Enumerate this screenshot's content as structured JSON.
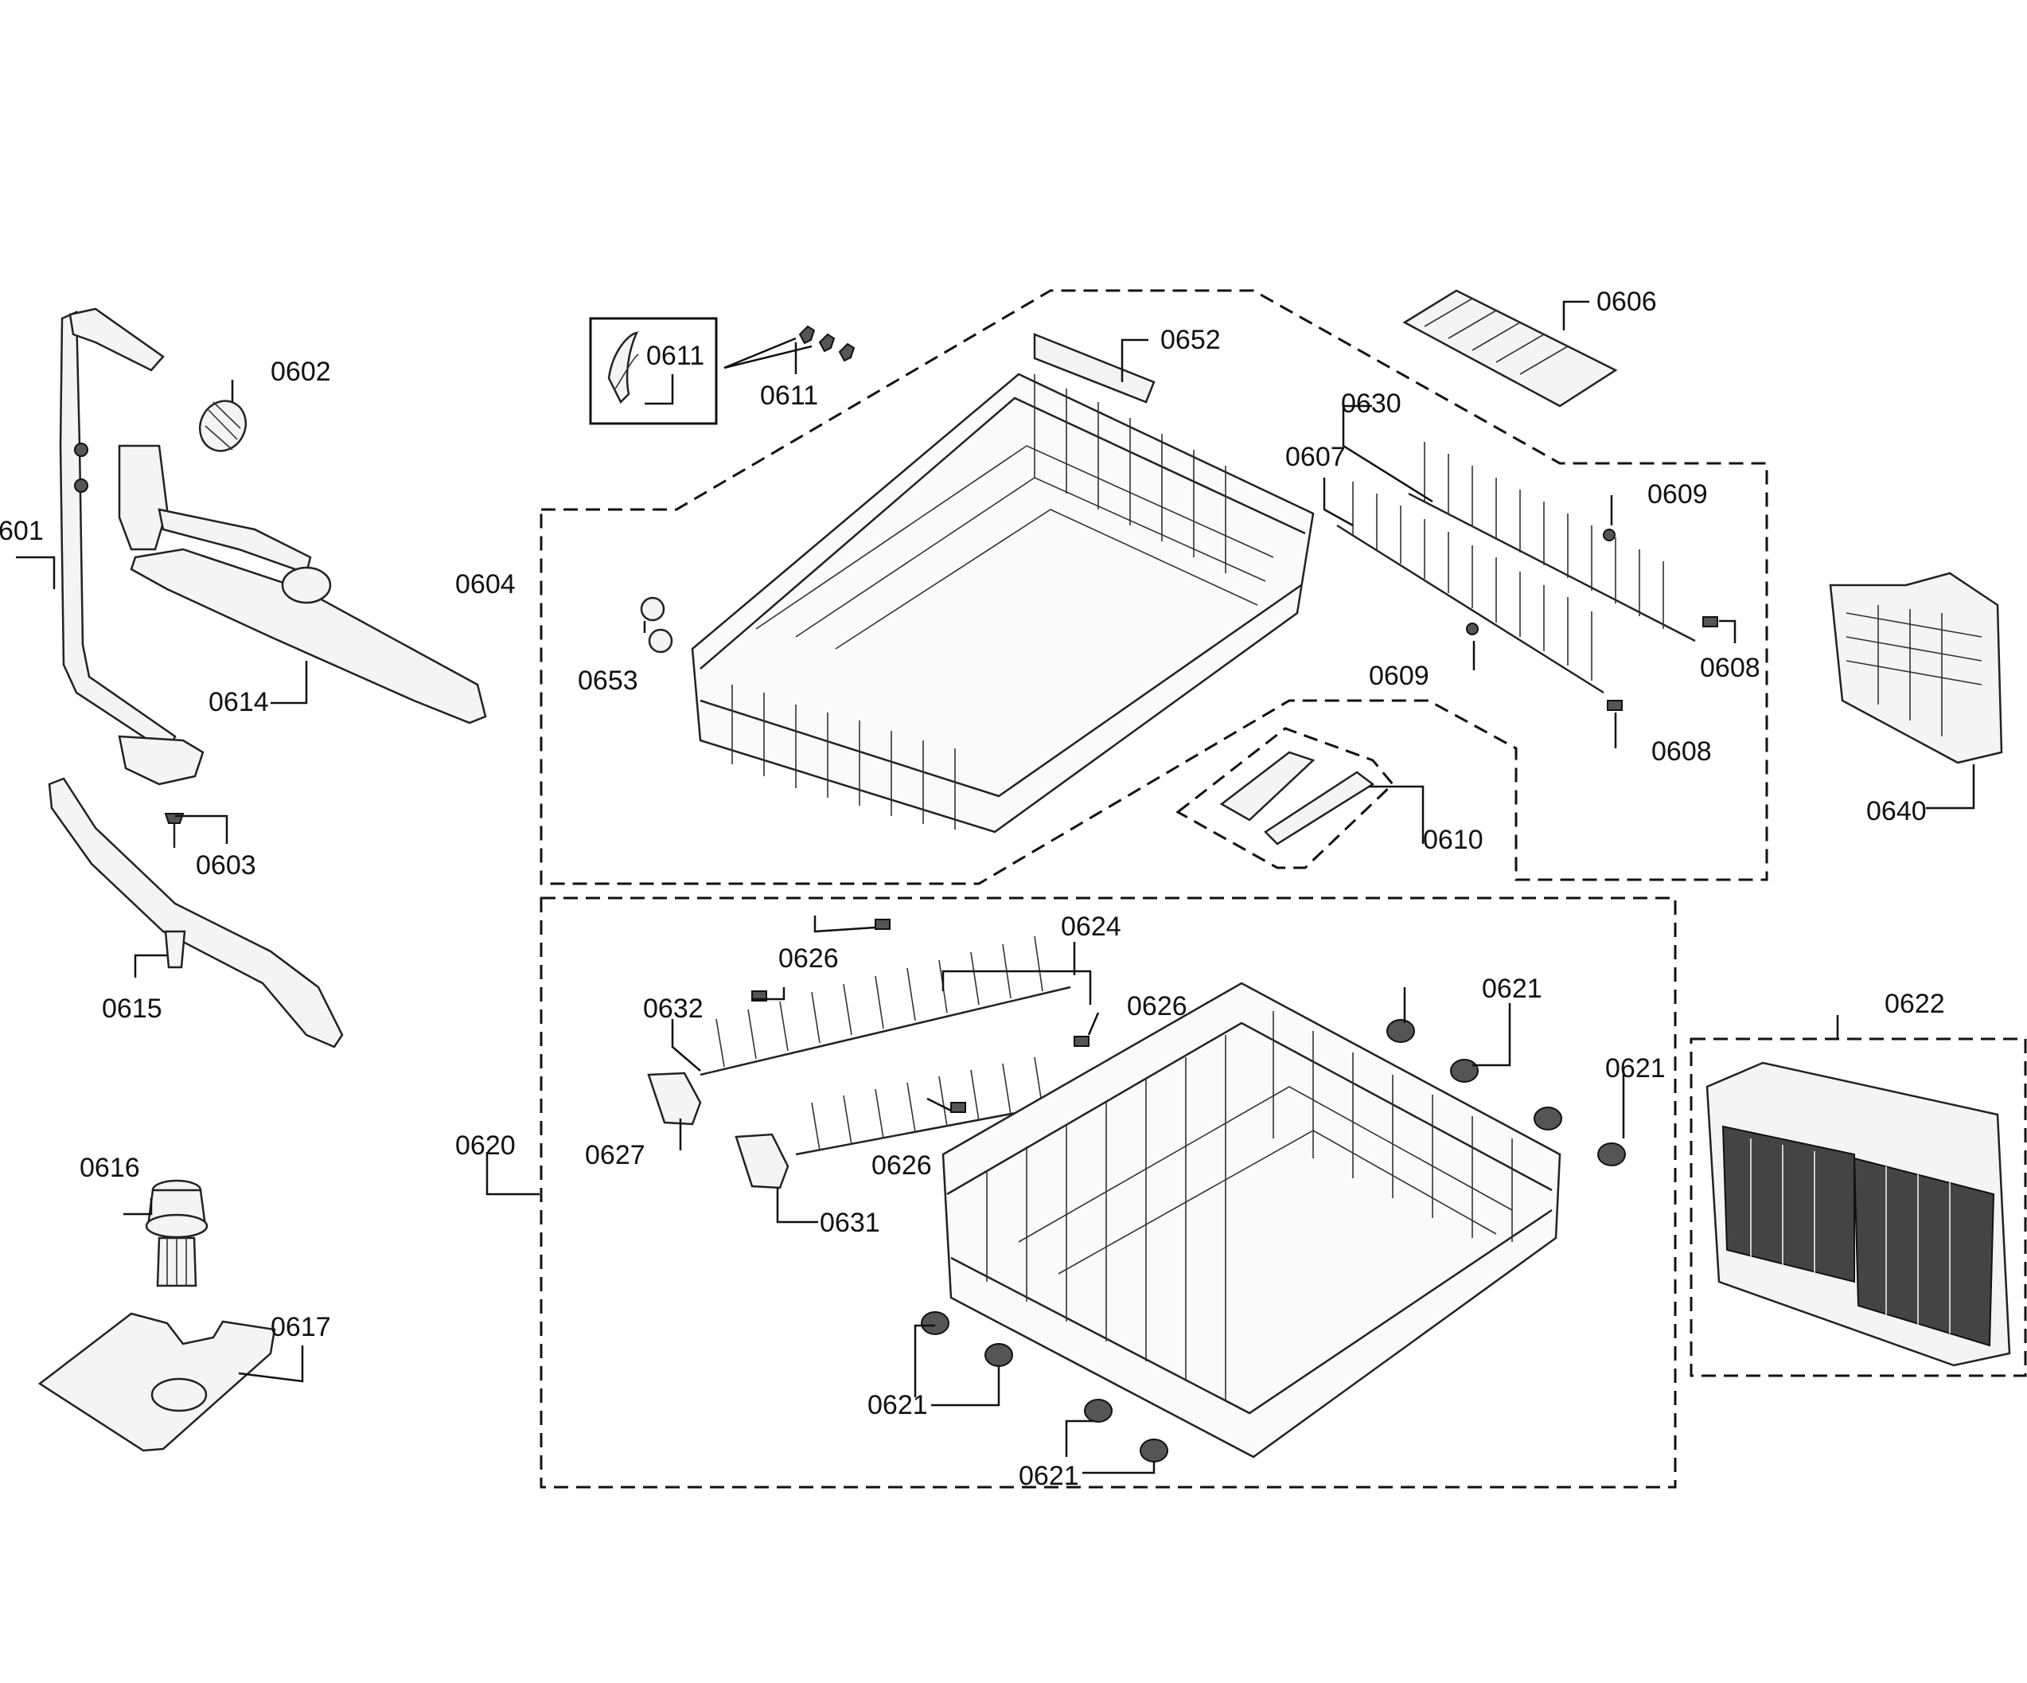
{
  "callouts": [
    {
      "id": "c0601",
      "text": "601"
    },
    {
      "id": "c0602",
      "text": "0602"
    },
    {
      "id": "c0603",
      "text": "0603"
    },
    {
      "id": "c0604",
      "text": "0604"
    },
    {
      "id": "c0606",
      "text": "0606"
    },
    {
      "id": "c0607",
      "text": "0607"
    },
    {
      "id": "c0608a",
      "text": "0608"
    },
    {
      "id": "c0608b",
      "text": "0608"
    },
    {
      "id": "c0609a",
      "text": "0609"
    },
    {
      "id": "c0609b",
      "text": "0609"
    },
    {
      "id": "c0610",
      "text": "0610"
    },
    {
      "id": "c0611a",
      "text": "0611"
    },
    {
      "id": "c0611b",
      "text": "0611"
    },
    {
      "id": "c0614",
      "text": "0614"
    },
    {
      "id": "c0615",
      "text": "0615"
    },
    {
      "id": "c0616",
      "text": "0616"
    },
    {
      "id": "c0617",
      "text": "0617"
    },
    {
      "id": "c0620",
      "text": "0620"
    },
    {
      "id": "c0621a",
      "text": "0621"
    },
    {
      "id": "c0621b",
      "text": "0621"
    },
    {
      "id": "c0621c",
      "text": "0621"
    },
    {
      "id": "c0621d",
      "text": "0621"
    },
    {
      "id": "c0622",
      "text": "0622"
    },
    {
      "id": "c0624",
      "text": "0624"
    },
    {
      "id": "c0626a",
      "text": "0626"
    },
    {
      "id": "c0626b",
      "text": "0626"
    },
    {
      "id": "c0626c",
      "text": "0626"
    },
    {
      "id": "c0627",
      "text": "0627"
    },
    {
      "id": "c0630",
      "text": "0630"
    },
    {
      "id": "c0631",
      "text": "0631"
    },
    {
      "id": "c0632",
      "text": "0632"
    },
    {
      "id": "c0640",
      "text": "0640"
    },
    {
      "id": "c0652",
      "text": "0652"
    },
    {
      "id": "c0653",
      "text": "0653"
    }
  ]
}
